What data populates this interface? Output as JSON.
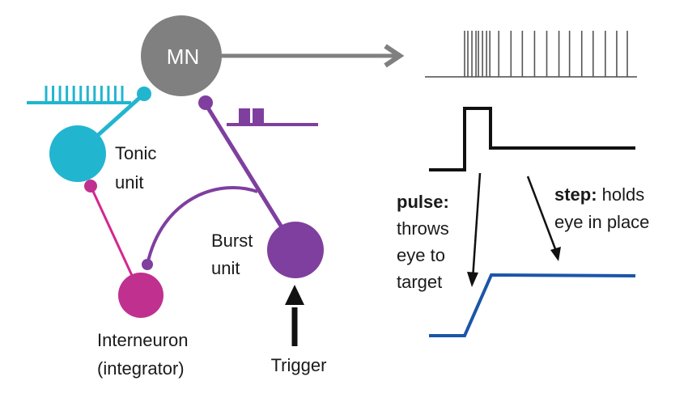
{
  "colors": {
    "motor_neuron": "#808080",
    "tonic": "#22b5cf",
    "burst": "#7f3f9f",
    "interneuron": "#c0308f",
    "trigger": "#111111",
    "firing_trace": "#555555",
    "pulse_step_trace": "#111111",
    "eye_position": "#1b56a8"
  },
  "nodes": {
    "motor_neuron": {
      "label": "MN"
    },
    "tonic": {
      "label_line1": "Tonic",
      "label_line2": "unit"
    },
    "burst": {
      "label_line1": "Burst",
      "label_line2": "unit"
    },
    "interneuron": {
      "label_line1": "Interneuron",
      "label_line2": "(integrator)"
    },
    "trigger": {
      "label": "Trigger"
    }
  },
  "annotations": {
    "pulse": {
      "bold": "pulse:",
      "lines": [
        "throws",
        "eye to",
        "target"
      ]
    },
    "step": {
      "bold": "step:",
      "rest": " holds",
      "line2": "eye in place"
    }
  },
  "traces": {
    "mn_spike_times": [
      0.0,
      0.02,
      0.045,
      0.07,
      0.085,
      0.11,
      0.135,
      0.155,
      0.21,
      0.285,
      0.355,
      0.43,
      0.505,
      0.58,
      0.645,
      0.72,
      0.79,
      0.865,
      0.935,
      1.0
    ],
    "tonic_spike_count": 12,
    "burst_spike_count": 2
  }
}
